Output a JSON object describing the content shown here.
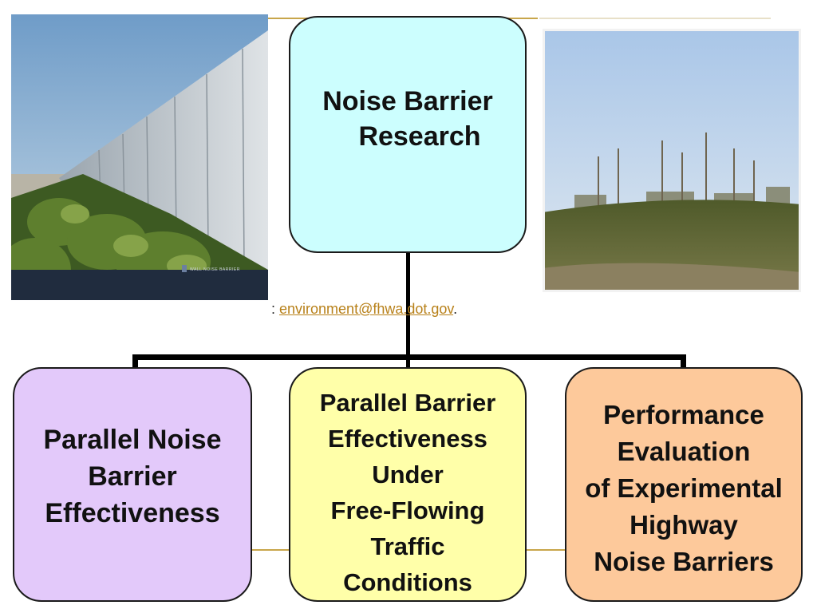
{
  "diagram": {
    "root": {
      "lines": [
        "Noise Barrier",
        "Research"
      ],
      "fill": "#ccfefe"
    },
    "children": [
      {
        "lines": [
          "Parallel Noise",
          "Barrier",
          "Effectiveness"
        ],
        "fill": "#e3c9fa"
      },
      {
        "lines": [
          "Parallel Barrier",
          "Effectiveness",
          "Under",
          "Free-Flowing",
          "Traffic",
          "Conditions"
        ],
        "fill": "#ffffa9"
      },
      {
        "lines": [
          "Performance",
          "Evaluation",
          "of Experimental",
          "Highway",
          "Noise Barriers"
        ],
        "fill": "#fdc99b"
      }
    ]
  },
  "contact": {
    "prefix": ": ",
    "email": "environment@fhwa.dot.gov",
    "suffix": "."
  },
  "photos": {
    "left": {
      "caption": "WALL NOISE BARRIER"
    },
    "right": {}
  },
  "colors": {
    "accent_line": "#c8a64b",
    "link": "#b8811a"
  }
}
